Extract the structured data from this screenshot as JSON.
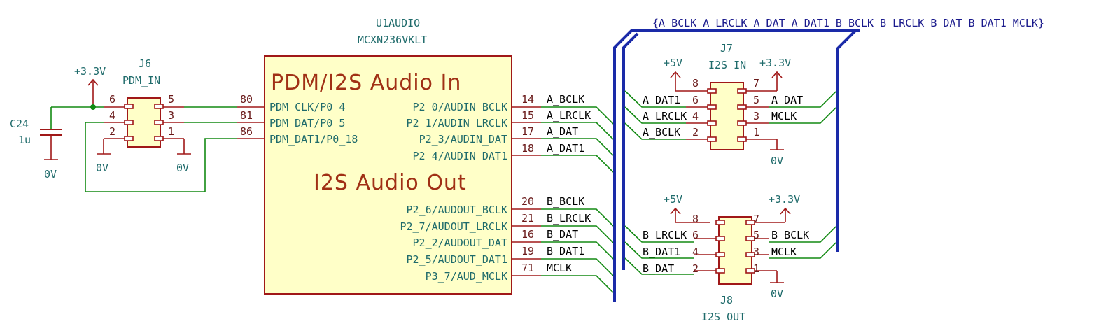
{
  "u1": {
    "ref": "U1AUDIO",
    "part": "MCXN236VKLT",
    "title_in": "PDM/I2S Audio In",
    "title_out": "I2S Audio Out",
    "left_pins": [
      {
        "num": "80",
        "label": "PDM_CLK/P0_4"
      },
      {
        "num": "81",
        "label": "PDM_DAT/P0_5"
      },
      {
        "num": "86",
        "label": "PDM_DAT1/P0_18"
      }
    ],
    "right_pins_in": [
      {
        "num": "14",
        "label": "P2_0/AUDIN_BCLK",
        "net": "A_BCLK"
      },
      {
        "num": "15",
        "label": "P2_1/AUDIN_LRCLK",
        "net": "A_LRCLK"
      },
      {
        "num": "17",
        "label": "P2_3/AUDIN_DAT",
        "net": "A_DAT"
      },
      {
        "num": "18",
        "label": "P2_4/AUDIN_DAT1",
        "net": "A_DAT1"
      }
    ],
    "right_pins_out": [
      {
        "num": "20",
        "label": "P2_6/AUDOUT_BCLK",
        "net": "B_BCLK"
      },
      {
        "num": "21",
        "label": "P2_7/AUDOUT_LRCLK",
        "net": "B_LRCLK"
      },
      {
        "num": "16",
        "label": "P2_2/AUDOUT_DAT",
        "net": "B_DAT"
      },
      {
        "num": "19",
        "label": "P2_5/AUDOUT_DAT1",
        "net": "B_DAT1"
      },
      {
        "num": "71",
        "label": "P3_7/AUD_MCLK",
        "net": "MCLK"
      }
    ]
  },
  "j6": {
    "ref": "J6",
    "name": "PDM_IN",
    "pins": [
      "6",
      "5",
      "4",
      "3",
      "2",
      "1"
    ],
    "power": "+3.3V",
    "gnd_left": "0V",
    "gnd_right": "0V"
  },
  "c24": {
    "ref": "C24",
    "value": "1u",
    "gnd": "0V"
  },
  "j7": {
    "ref": "J7",
    "name": "I2S_IN",
    "pins": [
      "8",
      "7",
      "6",
      "5",
      "4",
      "3",
      "2",
      "1"
    ],
    "left_nets": [
      "A_DAT1",
      "A_LRCLK",
      "A_BCLK"
    ],
    "right_nets": [
      "A_DAT",
      "MCLK"
    ],
    "pwr_left": "+5V",
    "pwr_right": "+3.3V",
    "gnd": "0V"
  },
  "j8": {
    "ref": "J8",
    "name": "I2S_OUT",
    "pins": [
      "8",
      "7",
      "6",
      "5",
      "4",
      "3",
      "2",
      "1"
    ],
    "left_nets": [
      "B_LRCLK",
      "B_DAT1",
      "B_DAT"
    ],
    "right_nets": [
      "B_BCLK",
      "MCLK"
    ],
    "pwr_left": "+5V",
    "pwr_right": "+3.3V",
    "gnd": "0V"
  },
  "bus_label": "{A_BCLK A_LRCLK A_DAT A_DAT1 B_BCLK B_LRCLK B_DAT B_DAT1 MCLK}"
}
